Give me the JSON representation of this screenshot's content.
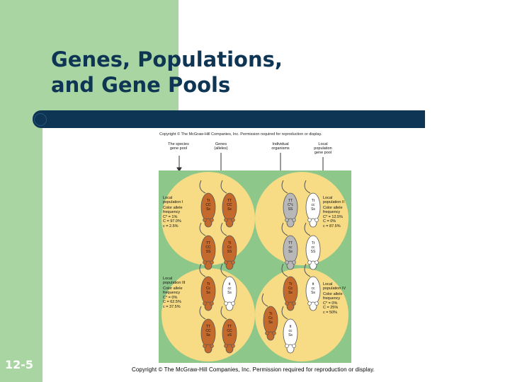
{
  "slide": {
    "title": "Genes, Populations,\nand Gene Pools",
    "number": "12-5",
    "footer": "Copyright © The McGraw-Hill Companies, Inc. Permission required for reproduction or display."
  },
  "figure": {
    "copyright": "Copyright © The McGraw-Hill Companies, Inc. Permission required for reproduction or display.",
    "top_labels": {
      "species_gene_pool": "The species\ngene pool",
      "genes": "Genes\n(alleles)",
      "individual": "Individual\norganisms",
      "local_pool": "Local\npopulation\ngene pool"
    },
    "populations": [
      {
        "label": "Local\npopulation I",
        "allele_title": "Color allele\nfrequency",
        "freqs": "C* = 1%\nC = 97.0%\nc = 2.5%"
      },
      {
        "label": "Local\npopulation II",
        "allele_title": "Color allele\nfrequency",
        "freqs": "C* = 12.5%\nC = 0%\nc = 87.5%"
      },
      {
        "label": "Local\npopulation III",
        "allele_title": "Color allele\nfrequency",
        "freqs": "C* = 0%\nC = 62.5%\nc = 37.5%"
      },
      {
        "label": "Local\npopulation IV",
        "allele_title": "Color allele\nfrequency",
        "freqs": "C* = 0%\nC = 25%\nc = 50%"
      }
    ],
    "genotypes": [
      [
        "Tt\nCC\nSs",
        "TT\nCC\nSs",
        "TT\nCC\nSS",
        "Tt\nCc\nSS"
      ],
      [
        "TT\nC*c\nSS",
        "Tt\ncc\nSs",
        "TT\ncc\nSs",
        "Tt\ncc\nSS"
      ],
      [
        "Tt\nCc\nSs",
        "tt\ncc\nSs",
        "TT\nCC\nSs",
        "TT\nCC\nsS"
      ],
      [
        "Tt\nCc\nSs",
        "tt\ncc\nSs",
        "Tt\nCc\nSs",
        "tt\ncc\nSs"
      ]
    ],
    "colors": {
      "panel": "#8ec78a",
      "circle": "#f7dc85",
      "brown_mouse": "#c56a2d",
      "gray_mouse": "#b8b8b8",
      "white_mouse": "#ffffff"
    }
  }
}
